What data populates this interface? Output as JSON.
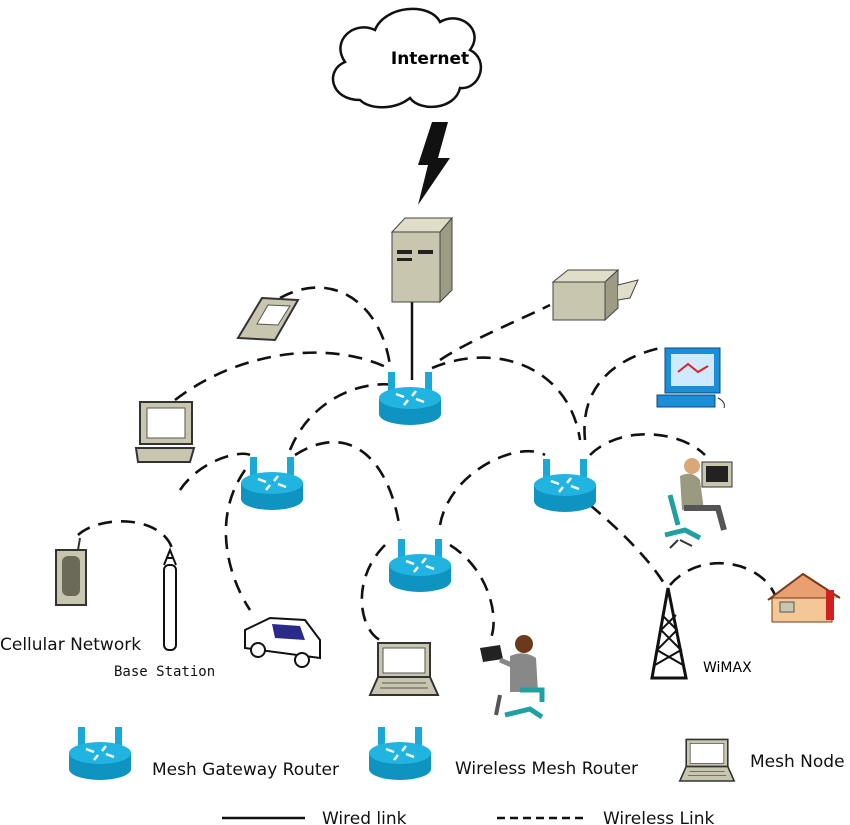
{
  "cloud_label": "Internet",
  "labels": {
    "cellular": "Cellular Network",
    "base_station": "Base Station",
    "wimax": "WiMAX"
  },
  "legend": {
    "gateway_router": "Mesh Gateway Router",
    "wireless_router": "Wireless Mesh Router",
    "mesh_node": "Mesh Node",
    "wired_link": "Wired link",
    "wireless_link": "Wireless Link"
  },
  "colors": {
    "router": "#1aa9d6",
    "router_dark": "#0f8fba",
    "device": "#c9c6b0"
  }
}
